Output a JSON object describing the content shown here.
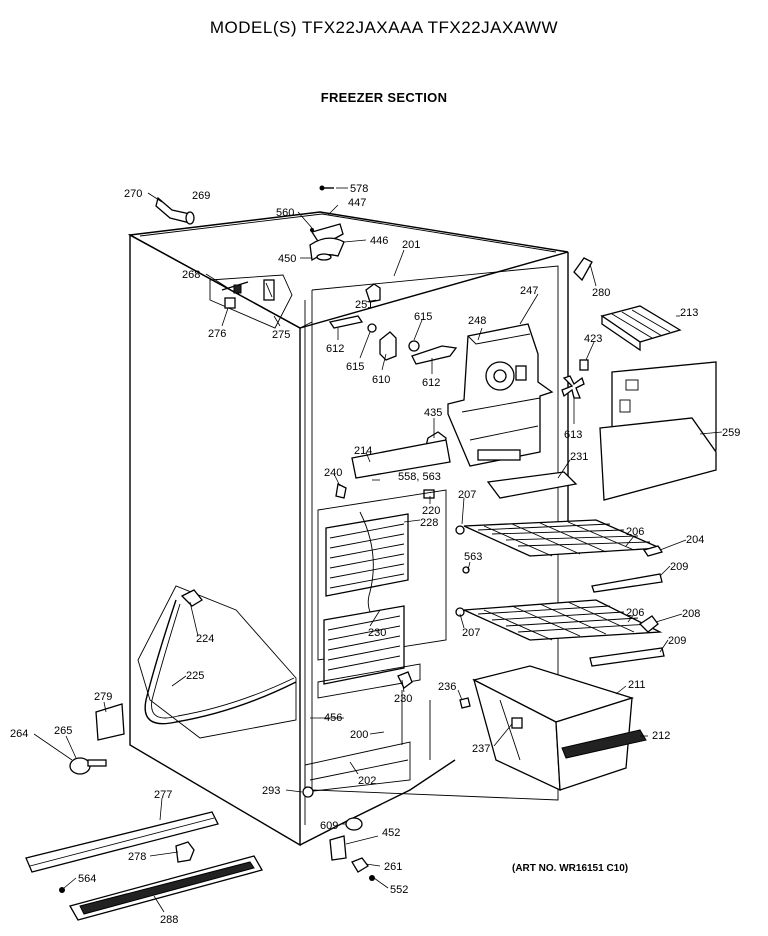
{
  "header": {
    "title": "MODEL(S) TFX22JAXAAA  TFX22JAXAWW",
    "section": "FREEZER SECTION"
  },
  "footer": {
    "art_number": "(ART NO. WR16151 C10)"
  },
  "parts": {
    "p578": "578",
    "p447": "447",
    "p270": "270",
    "p269": "269",
    "p560": "560",
    "p446": "446",
    "p450": "450",
    "p201": "201",
    "p268": "268",
    "p251": "251",
    "p247": "247",
    "p280": "280",
    "p213": "213",
    "p276": "276",
    "p275": "275",
    "p612a": "612",
    "p615a": "615",
    "p248": "248",
    "p615b": "615",
    "p610": "610",
    "p612b": "612",
    "p423": "423",
    "p613": "613",
    "p435": "435",
    "p259": "259",
    "p214": "214",
    "p240": "240",
    "p558_563": "558, 563",
    "p231": "231",
    "p207a": "207",
    "p220": "220",
    "p228": "228",
    "p206a": "206",
    "p204": "204",
    "p563": "563",
    "p209a": "209",
    "p206b": "206",
    "p208": "208",
    "p224": "224",
    "p230a": "230",
    "p207b": "207",
    "p209b": "209",
    "p225": "225",
    "p279": "279",
    "p211": "211",
    "p236": "236",
    "p230b": "230",
    "p264": "264",
    "p265": "265",
    "p456": "456",
    "p212": "212",
    "p200": "200",
    "p237": "237",
    "p202": "202",
    "p293": "293",
    "p277": "277",
    "p609": "609",
    "p452": "452",
    "p278": "278",
    "p261": "261",
    "p564": "564",
    "p552": "552",
    "p288": "288"
  }
}
